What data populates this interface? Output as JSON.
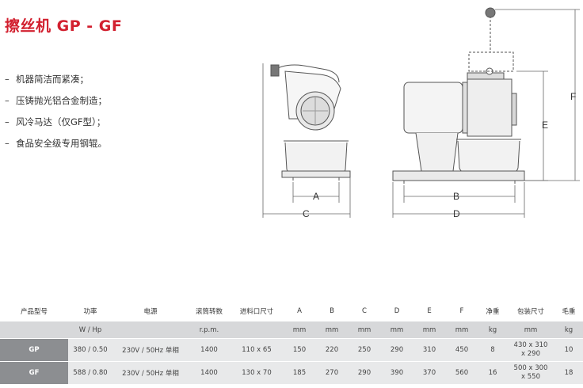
{
  "title": "擦丝机 GP - GF",
  "features": [
    "机器简洁而紧凑；",
    "压铸抛光铝合金制造；",
    "风冷马达（仅GF型）；",
    "食品安全级专用钢辊。"
  ],
  "dimension_labels": {
    "a": "A",
    "b": "B",
    "c": "C",
    "d": "D",
    "e": "E",
    "f": "F"
  },
  "table": {
    "headers": [
      "产品型号",
      "功率",
      "电源",
      "滚筒转数",
      "进料口尺寸",
      "A",
      "B",
      "C",
      "D",
      "E",
      "F",
      "净重",
      "包装尺寸",
      "毛重"
    ],
    "units": [
      "",
      "W / Hp",
      "",
      "r.p.m.",
      "",
      "mm",
      "mm",
      "mm",
      "mm",
      "mm",
      "mm",
      "kg",
      "mm",
      "kg"
    ],
    "rows": [
      [
        "GP",
        "380 / 0.50",
        "230V / 50Hz 单相",
        "1400",
        "110 x 65",
        "150",
        "220",
        "250",
        "290",
        "310",
        "450",
        "8",
        "430 x 310\nx 290",
        "10"
      ],
      [
        "GF",
        "588 / 0.80",
        "230V / 50Hz 单相",
        "1400",
        "130 x 70",
        "185",
        "270",
        "290",
        "390",
        "370",
        "560",
        "16",
        "500 x 300\nx 550",
        "18"
      ]
    ]
  },
  "colors": {
    "title": "#d2202f",
    "model_cell": "#8c8e91",
    "row_bg": "#e8e9ea",
    "units_bg": "#d7d8da"
  }
}
